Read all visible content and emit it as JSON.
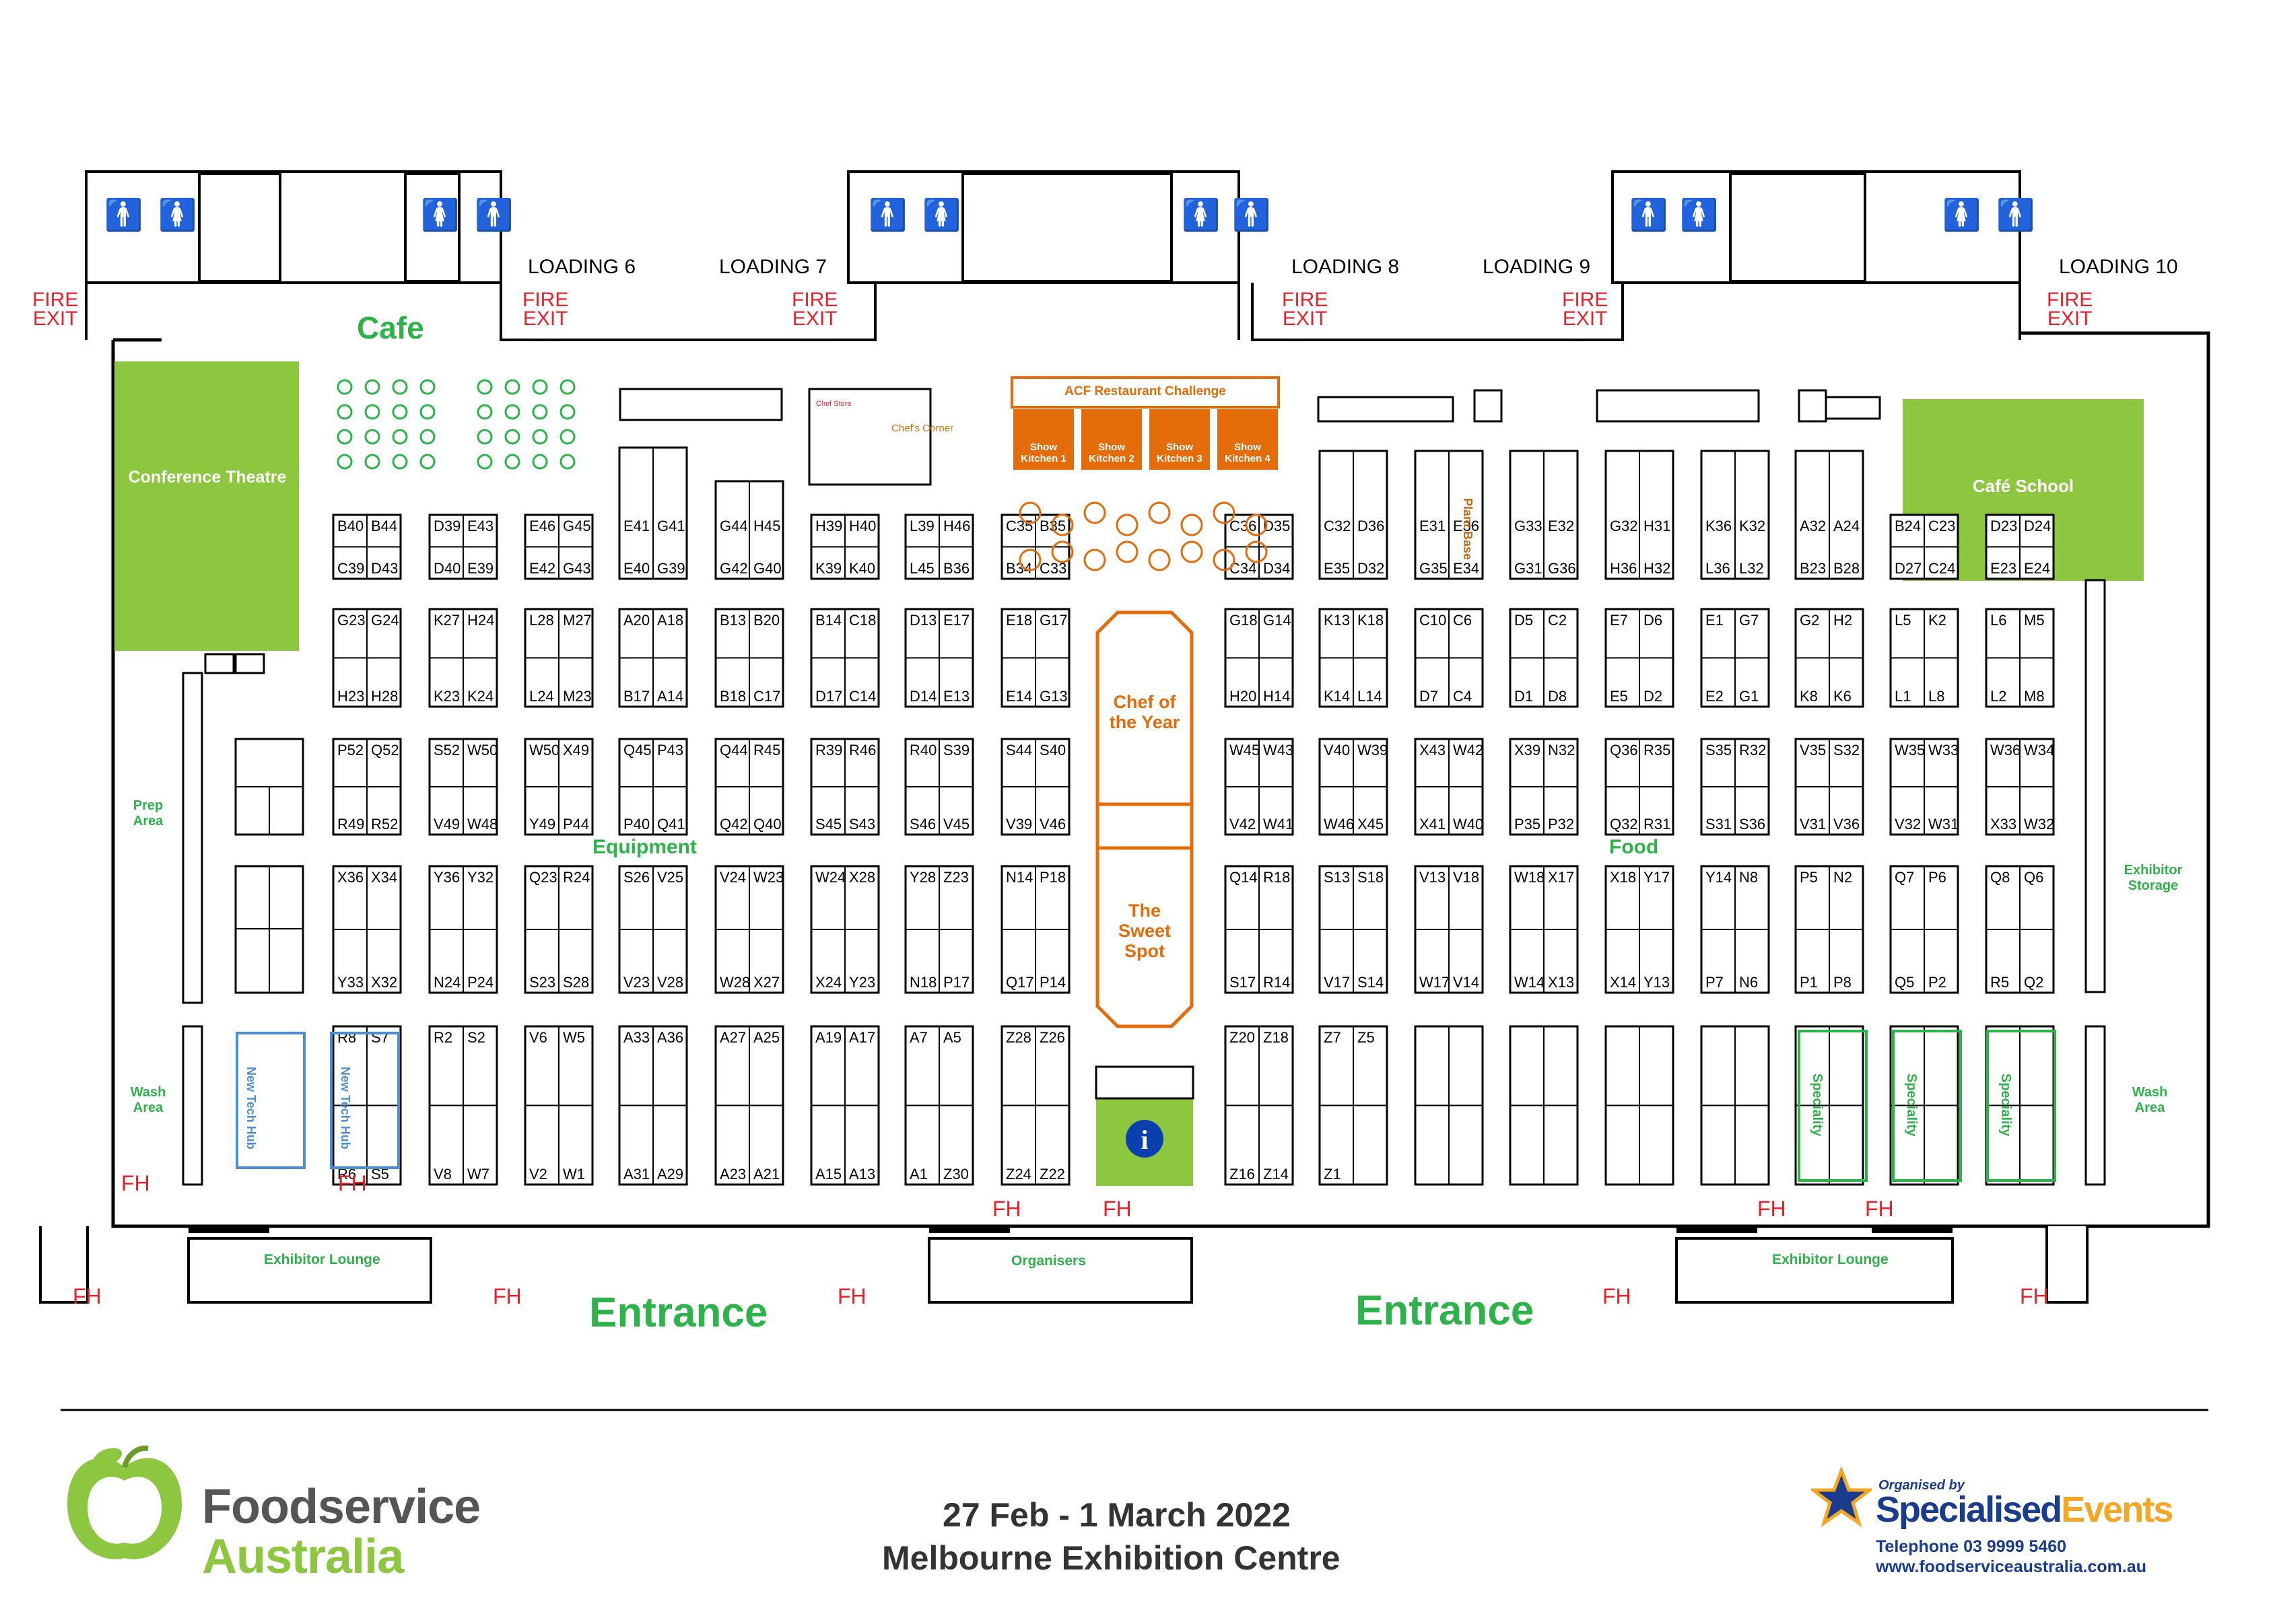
{
  "colors": {
    "green": "#2db34a",
    "orange": "#e46c0a",
    "red": "#e8212a",
    "blue": "#0b3fb0",
    "lightgreen": "#8dc63f",
    "hub": "#4a8fd6"
  },
  "header": {
    "loadings": [
      "LOADING 6",
      "LOADING 7",
      "LOADING 8",
      "LOADING 9",
      "LOADING 10"
    ],
    "fire_exit_line1": "FIRE",
    "fire_exit_line2": "EXIT"
  },
  "zones": {
    "cafe": "Cafe",
    "conference_theatre": "Conference Theatre",
    "cafe_school": "Café School",
    "prep_area": "Prep Area",
    "wash_area": "Wash Area",
    "exhibitor_storage": "Exhibitor Storage",
    "equipment": "Equipment",
    "food": "Food",
    "plant_base": "Plant Base",
    "chefs_corner": "Chef's Corner",
    "chef_store": "Chef Store",
    "acf_challenge": "ACF Restaurant Challenge",
    "show_kitchens": [
      "Show Kitchen 1",
      "Show Kitchen 2",
      "Show Kitchen 3",
      "Show Kitchen 4"
    ],
    "chef_of_year": "Chef of the Year",
    "sweet_spot": "The Sweet Spot",
    "new_tech_hub": "New Tech Hub",
    "speciality": "Speciality",
    "exhibitor_lounge": "Exhibitor Lounge",
    "organisers": "Organisers",
    "entrance": "Entrance",
    "fh": "FH",
    "info_icon_label": "i"
  },
  "booths": [
    "B40",
    "B44",
    "C39",
    "D43",
    "D39",
    "E43",
    "D40",
    "E39",
    "E46",
    "G45",
    "E42",
    "G43",
    "E41",
    "G41",
    "E40",
    "G39",
    "G44",
    "H45",
    "G42",
    "G40",
    "H39",
    "H40",
    "K39",
    "K40",
    "L39",
    "H46",
    "L45",
    "B36",
    "C35",
    "B35",
    "B34",
    "C33",
    "C36",
    "D35",
    "C34",
    "D34",
    "C32",
    "D36",
    "E35",
    "D32",
    "E31",
    "E36",
    "G35",
    "E34",
    "G33",
    "E32",
    "G31",
    "G36",
    "G32",
    "H31",
    "H36",
    "H32",
    "K36",
    "K32",
    "L36",
    "L32",
    "A32",
    "A24",
    "B23",
    "B28",
    "B24",
    "C23",
    "D27",
    "C24",
    "D23",
    "D24",
    "E23",
    "E24",
    "G23",
    "G24",
    "H23",
    "H28",
    "K27",
    "H24",
    "K23",
    "K24",
    "L28",
    "M27",
    "L24",
    "M23",
    "A20",
    "A18",
    "B17",
    "A14",
    "B13",
    "B20",
    "B18",
    "C17",
    "B14",
    "C18",
    "D17",
    "C14",
    "D13",
    "E17",
    "D14",
    "E13",
    "E18",
    "G17",
    "E14",
    "G13",
    "G18",
    "G14",
    "H20",
    "H14",
    "K13",
    "K18",
    "K14",
    "L14",
    "C10",
    "C6",
    "D7",
    "C4",
    "D5",
    "C2",
    "D1",
    "D8",
    "E7",
    "D6",
    "E5",
    "D2",
    "E1",
    "G7",
    "E2",
    "G1",
    "G2",
    "H2",
    "K8",
    "K6",
    "L5",
    "K2",
    "L1",
    "L8",
    "L6",
    "M5",
    "L2",
    "M8",
    "P52",
    "Q52",
    "R49",
    "R52",
    "S52",
    "W50",
    "V49",
    "W48",
    "W50",
    "X49",
    "Y49",
    "P44",
    "Q45",
    "P43",
    "P40",
    "Q41",
    "Q44",
    "R45",
    "Q42",
    "Q40",
    "R39",
    "R46",
    "S45",
    "S43",
    "R40",
    "S39",
    "S46",
    "V45",
    "S44",
    "S40",
    "V39",
    "V46",
    "W45",
    "W43",
    "V42",
    "W41",
    "V40",
    "W39",
    "W46",
    "X45",
    "X43",
    "W42",
    "X41",
    "W40",
    "X39",
    "N32",
    "P35",
    "P32",
    "Q36",
    "R35",
    "Q32",
    "R31",
    "S35",
    "R32",
    "S31",
    "S36",
    "V35",
    "S32",
    "V31",
    "V36",
    "W35",
    "W33",
    "V32",
    "W31",
    "W36",
    "W34",
    "X33",
    "W32",
    "X36",
    "X34",
    "Y33",
    "X32",
    "Y36",
    "Y32",
    "N24",
    "P24",
    "Q23",
    "R24",
    "S23",
    "S28",
    "S26",
    "V25",
    "V23",
    "V28",
    "V24",
    "W23",
    "W28",
    "X27",
    "W24",
    "X28",
    "X24",
    "Y23",
    "Y28",
    "Z23",
    "N18",
    "P17",
    "N14",
    "P18",
    "Q17",
    "P14",
    "Q14",
    "R18",
    "S17",
    "R14",
    "S13",
    "S18",
    "V17",
    "S14",
    "V13",
    "V18",
    "W17",
    "V14",
    "W18",
    "X17",
    "W14",
    "X13",
    "X18",
    "Y17",
    "X14",
    "Y13",
    "Y14",
    "N8",
    "P7",
    "N6",
    "P5",
    "N2",
    "P1",
    "P8",
    "Q7",
    "P6",
    "Q5",
    "P2",
    "Q8",
    "Q6",
    "R5",
    "Q2",
    "R8",
    "S7",
    "R6",
    "S5",
    "R2",
    "S2",
    "V8",
    "W7",
    "V6",
    "W5",
    "V2",
    "W1",
    "A33",
    "A36",
    "A31",
    "A29",
    "A27",
    "A25",
    "A23",
    "A21",
    "A19",
    "A17",
    "A15",
    "A13",
    "A7",
    "A5",
    "A1",
    "Z30",
    "Z28",
    "Z26",
    "Z24",
    "Z22",
    "Z20",
    "Z18",
    "Z16",
    "Z14",
    "Z7",
    "Z5",
    "Z1"
  ],
  "footer": {
    "brand_line1": "Foodservice",
    "brand_line2": "Australia",
    "date": "27 Feb - 1 March 2022",
    "venue": "Melbourne Exhibition Centre",
    "organised_by": "Organised by",
    "organiser_1": "Specialised",
    "organiser_2": "Events",
    "telephone": "Telephone 03 9999 5460",
    "website": "www.foodserviceaustralia.com.au"
  }
}
